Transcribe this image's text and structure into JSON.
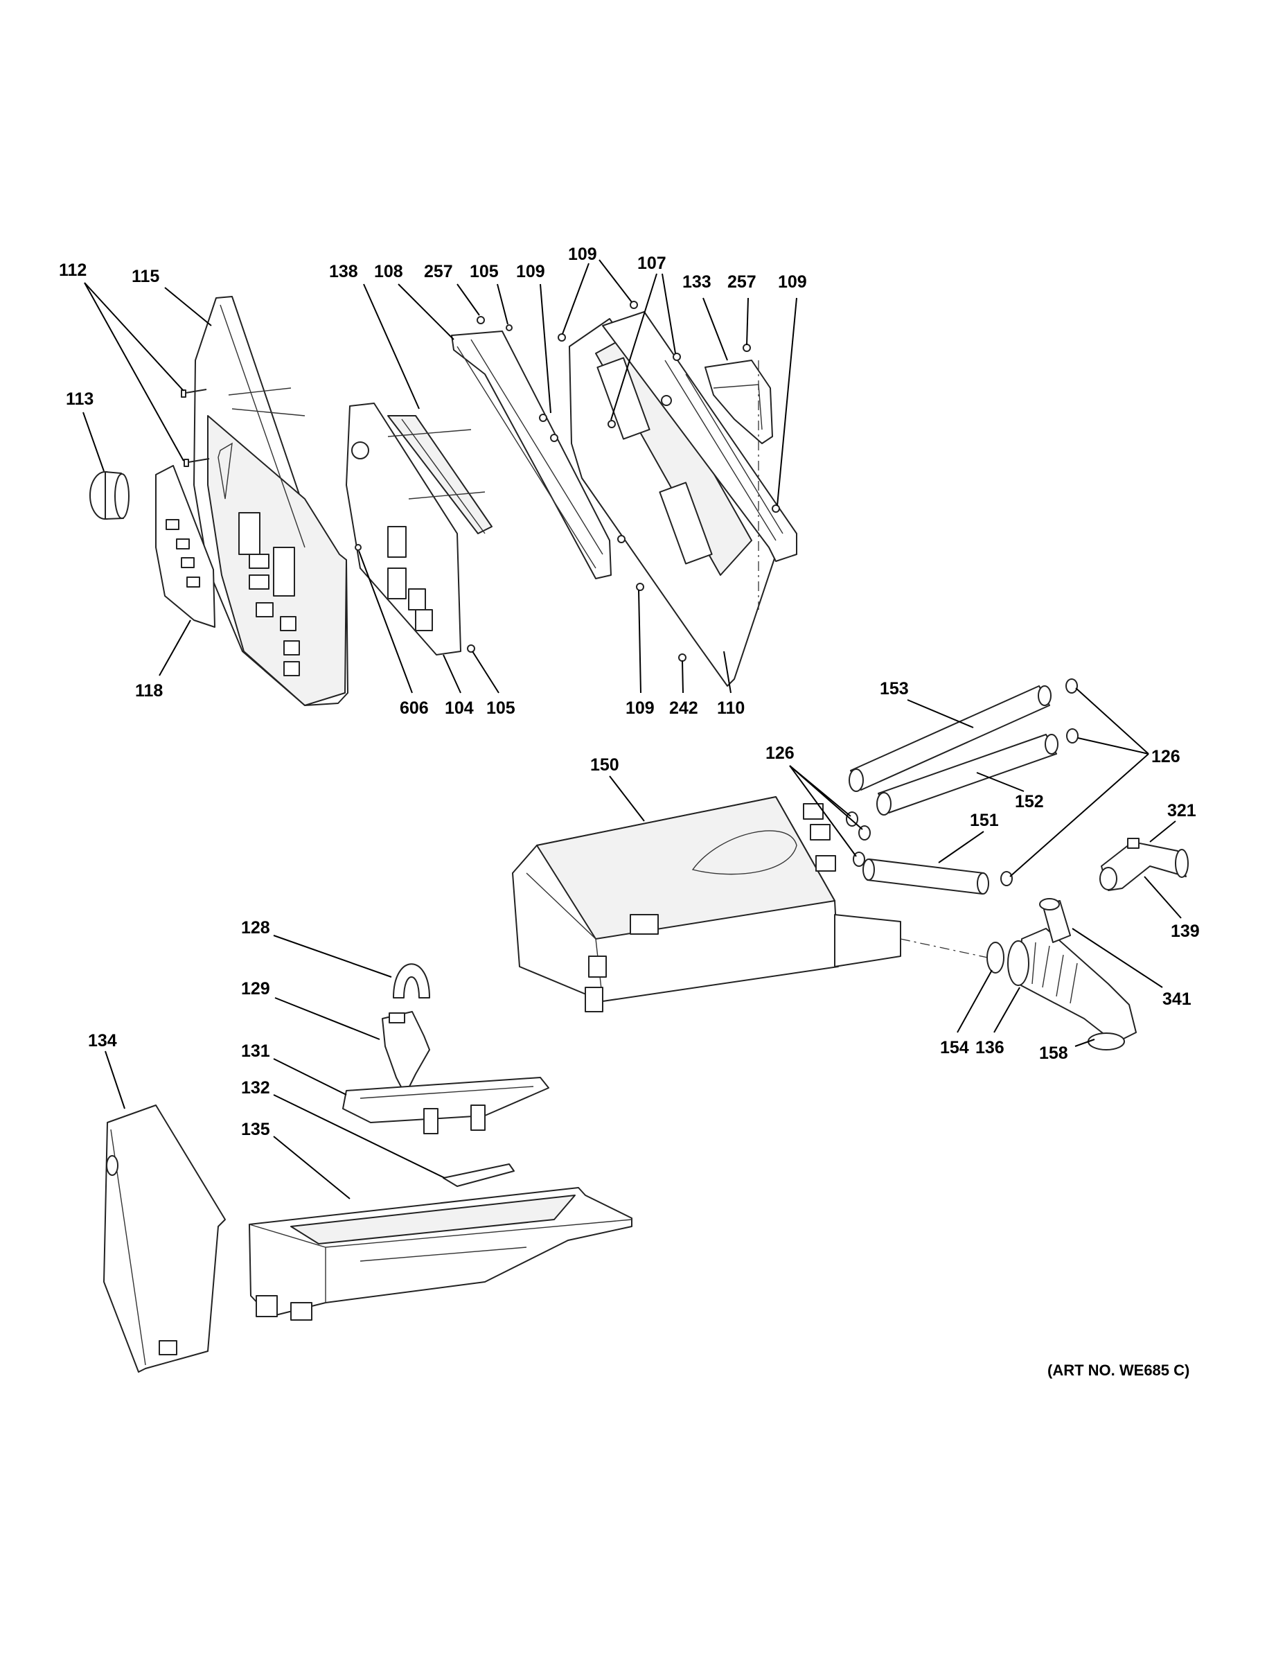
{
  "diagram": {
    "art_number": "(ART NO. WE685 C)",
    "parts": [
      {
        "id": "p112",
        "label": "112"
      },
      {
        "id": "p115",
        "label": "115"
      },
      {
        "id": "p113",
        "label": "113"
      },
      {
        "id": "p118",
        "label": "118"
      },
      {
        "id": "p138",
        "label": "138"
      },
      {
        "id": "p108",
        "label": "108"
      },
      {
        "id": "p257a",
        "label": "257"
      },
      {
        "id": "p105a",
        "label": "105"
      },
      {
        "id": "p109a",
        "label": "109"
      },
      {
        "id": "p109b",
        "label": "109"
      },
      {
        "id": "p107",
        "label": "107"
      },
      {
        "id": "p133",
        "label": "133"
      },
      {
        "id": "p257b",
        "label": "257"
      },
      {
        "id": "p109c",
        "label": "109"
      },
      {
        "id": "p606",
        "label": "606"
      },
      {
        "id": "p104",
        "label": "104"
      },
      {
        "id": "p105b",
        "label": "105"
      },
      {
        "id": "p109d",
        "label": "109"
      },
      {
        "id": "p242",
        "label": "242"
      },
      {
        "id": "p110",
        "label": "110"
      },
      {
        "id": "p153",
        "label": "153"
      },
      {
        "id": "p126a",
        "label": "126"
      },
      {
        "id": "p126b",
        "label": "126"
      },
      {
        "id": "p150",
        "label": "150"
      },
      {
        "id": "p152",
        "label": "152"
      },
      {
        "id": "p151",
        "label": "151"
      },
      {
        "id": "p321",
        "label": "321"
      },
      {
        "id": "p139",
        "label": "139"
      },
      {
        "id": "p341",
        "label": "341"
      },
      {
        "id": "p154",
        "label": "154"
      },
      {
        "id": "p136",
        "label": "136"
      },
      {
        "id": "p158",
        "label": "158"
      },
      {
        "id": "p128",
        "label": "128"
      },
      {
        "id": "p129",
        "label": "129"
      },
      {
        "id": "p131",
        "label": "131"
      },
      {
        "id": "p132",
        "label": "132"
      },
      {
        "id": "p134",
        "label": "134"
      },
      {
        "id": "p135",
        "label": "135"
      }
    ]
  }
}
